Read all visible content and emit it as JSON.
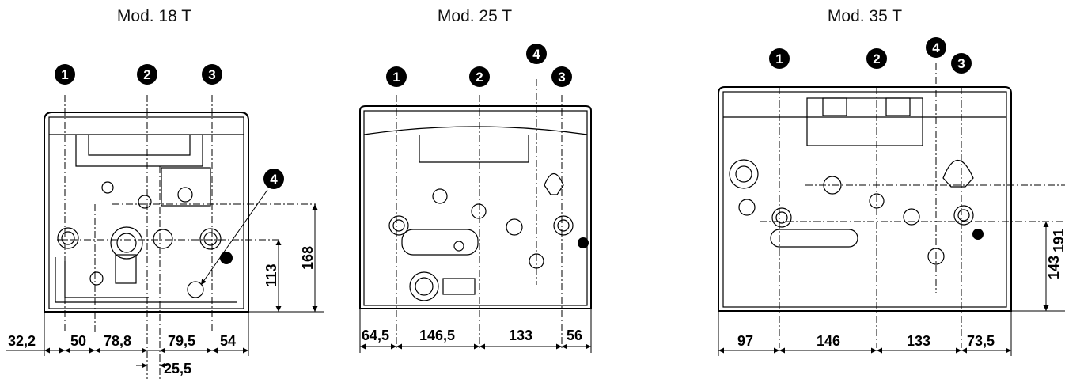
{
  "diagrams": [
    {
      "title": "Mod. 18 T",
      "markers": [
        "1",
        "2",
        "3",
        "4"
      ],
      "bottom_dims": [
        "32,2",
        "50",
        "78,8",
        "79,5",
        "54"
      ],
      "extra_dim": "25,5",
      "side_dims": [
        "113",
        "168"
      ]
    },
    {
      "title": "Mod. 25 T",
      "markers": [
        "1",
        "2",
        "4",
        "3"
      ],
      "bottom_dims": [
        "64,5",
        "146,5",
        "133",
        "56"
      ],
      "side_dims": []
    },
    {
      "title": "Mod. 35 T",
      "markers": [
        "1",
        "2",
        "4",
        "3"
      ],
      "bottom_dims": [
        "97",
        "146",
        "133",
        "73,5"
      ],
      "side_dims": [
        "143",
        "191"
      ]
    }
  ]
}
